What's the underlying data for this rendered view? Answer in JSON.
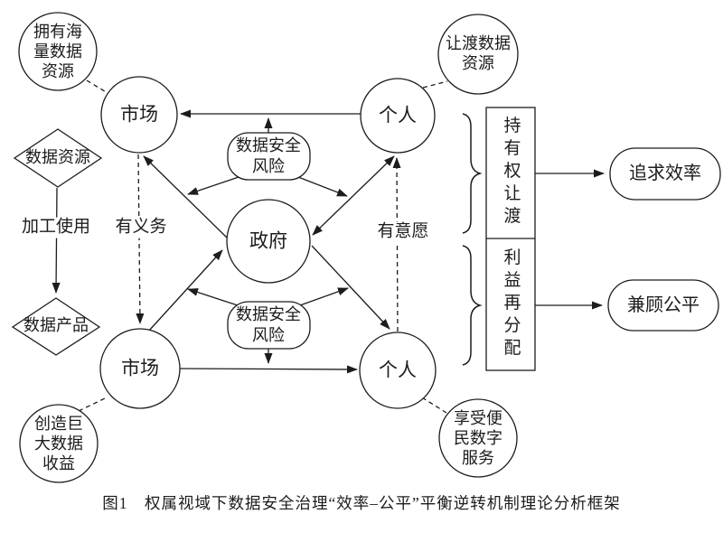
{
  "figure": {
    "caption": "图1　权属视域下数据安全治理“效率–公平”平衡逆转机制理论分析框架"
  },
  "nodes": {
    "owns_data": {
      "lines": [
        "拥有海",
        "量数据",
        "资源"
      ]
    },
    "transfer_data": {
      "lines": [
        "让渡数据",
        "资源"
      ]
    },
    "market_top": {
      "label": "市场"
    },
    "individual_top": {
      "label": "个人"
    },
    "government": {
      "label": "政府"
    },
    "risk_top": {
      "lines": [
        "数据安全",
        "风险"
      ]
    },
    "risk_bottom": {
      "lines": [
        "数据安全",
        "风险"
      ]
    },
    "market_bottom": {
      "label": "市场"
    },
    "individual_bottom": {
      "label": "个人"
    },
    "create_revenue": {
      "lines": [
        "创造巨",
        "大数据",
        "收益"
      ]
    },
    "enjoy_service": {
      "lines": [
        "享受便",
        "民数字",
        "服务"
      ]
    },
    "data_resource": {
      "label": "数据资源"
    },
    "data_product": {
      "label": "数据产品"
    },
    "holding_transfer": {
      "label": "持有权让渡"
    },
    "benefit_redistribution": {
      "label": "利益再分配"
    },
    "pursue_efficiency": {
      "label": "追求效率"
    },
    "balance_fairness": {
      "label": "兼顾公平"
    }
  },
  "edge_labels": {
    "processing_use": "加工使用",
    "has_obligation": "有义务",
    "has_willingness": "有意愿"
  },
  "colors": {
    "line": "#1c1c1c",
    "background": "#ffffff"
  }
}
